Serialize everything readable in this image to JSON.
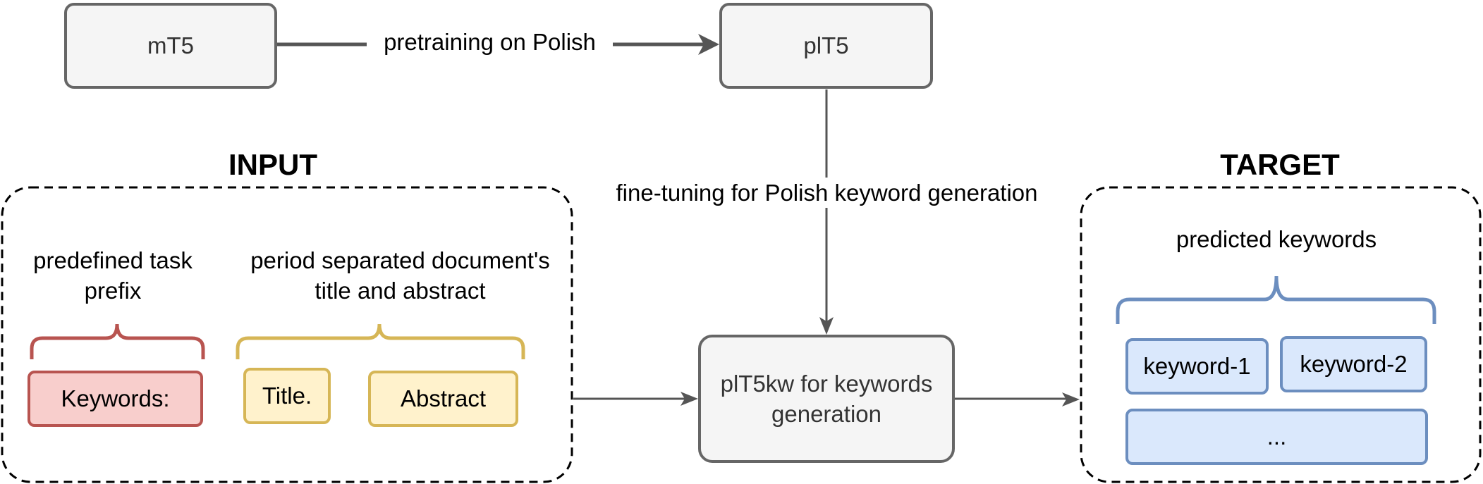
{
  "nodes": {
    "mt5": "mT5",
    "plt5": "plT5",
    "plt5kw": "plT5kw for keywords generation",
    "keywords_prefix": "Keywords:",
    "title_box": "Title.",
    "abstract_box": "Abstract",
    "keyword1": "keyword-1",
    "keyword2": "keyword-2",
    "more_keywords": "..."
  },
  "edges": {
    "pretraining": "pretraining on Polish",
    "finetuning": "fine-tuning for Polish keyword generation"
  },
  "groups": {
    "input_title": "INPUT",
    "target_title": "TARGET",
    "task_prefix_label": "predefined task prefix",
    "document_label": "period separated document's title and abstract",
    "predicted_keywords_label": "predicted keywords"
  },
  "colors": {
    "gray_fill": "#f5f5f5",
    "gray_stroke": "#666666",
    "red_fill": "#f8cecc",
    "red_stroke": "#b85450",
    "yellow_fill": "#fff2cc",
    "yellow_stroke": "#d6b656",
    "blue_fill": "#dae8fc",
    "blue_stroke": "#6c8ebf"
  }
}
